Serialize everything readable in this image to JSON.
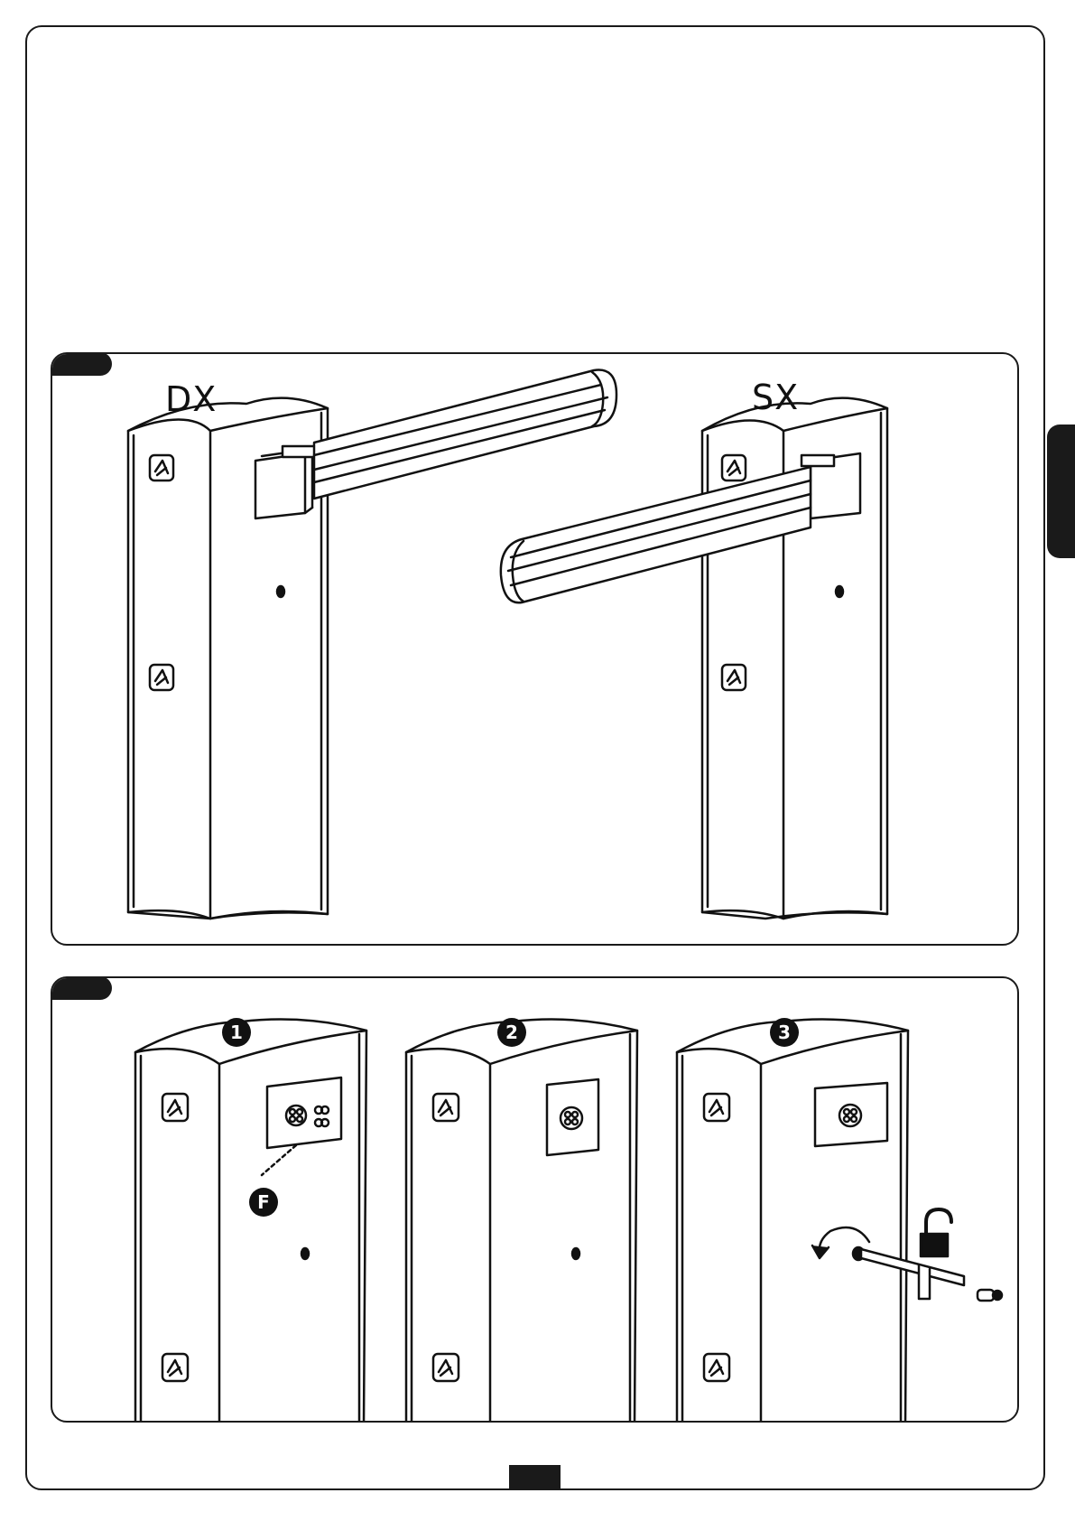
{
  "figure1": {
    "label_right_hand": "DX",
    "label_left_hand": "SX"
  },
  "figure2": {
    "steps": [
      "1",
      "2",
      "3"
    ],
    "callout": "F"
  },
  "icons": {
    "tab": "section-tab",
    "lock": "unlock-icon",
    "arrow": "rotate-arrow-icon",
    "key": "release-key-icon"
  }
}
